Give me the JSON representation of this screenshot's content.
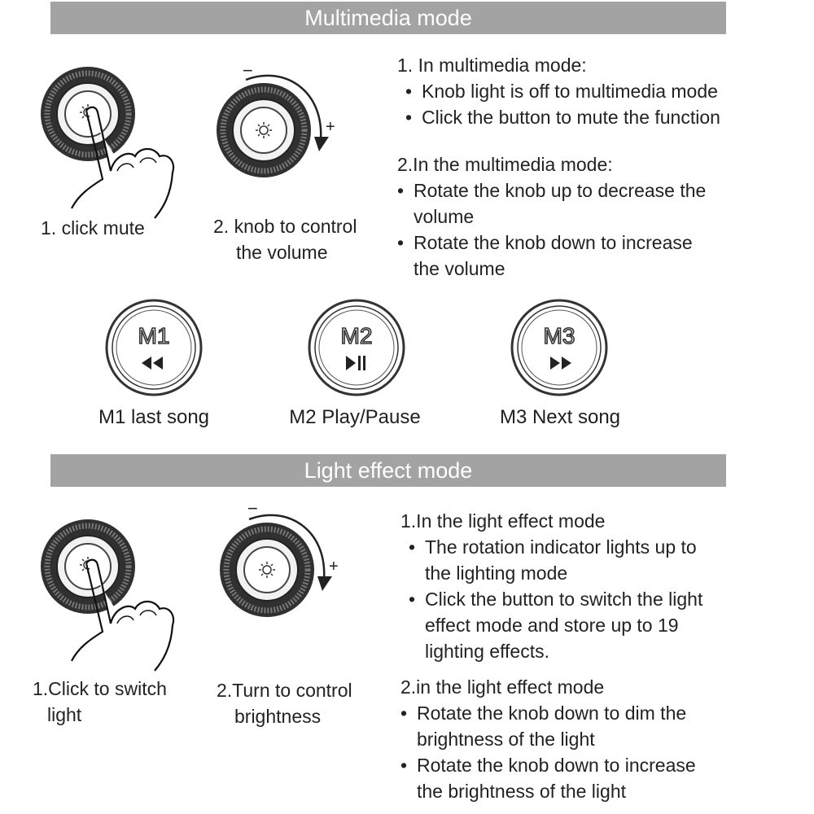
{
  "multimedia": {
    "banner": "Multimedia mode",
    "captions": {
      "mute": [
        "1. click mute"
      ],
      "volume": [
        "2. knob to control",
        "the volume"
      ]
    },
    "knob_signs": {
      "minus": "−",
      "plus": "+"
    },
    "notes1": {
      "heading": "1. In multimedia mode:",
      "bullets": [
        "Knob light is off to multimedia mode",
        "Click the button to mute the function"
      ]
    },
    "notes2": {
      "heading": "2.In the multimedia mode:",
      "bullets": [
        [
          "Rotate the knob up to decrease the",
          "volume"
        ],
        [
          "Rotate the knob down to increase",
          "the volume"
        ]
      ]
    },
    "buttons": [
      {
        "code": "M1",
        "symbol": "◀◀",
        "label": "M1 last song"
      },
      {
        "code": "M2",
        "symbol": "▶II",
        "label": "M2 Play/Pause"
      },
      {
        "code": "M3",
        "symbol": "▶▶",
        "label": "M3 Next song"
      }
    ]
  },
  "light": {
    "banner": "Light effect mode",
    "captions": {
      "switch": [
        "1.Click to switch",
        "light"
      ],
      "brightness": [
        "2.Turn to control",
        "brightness"
      ]
    },
    "knob_signs": {
      "minus": "−",
      "plus": "+"
    },
    "notes1": {
      "heading": "1.In the light effect mode",
      "bullets": [
        [
          "The rotation indicator lights up to",
          "the lighting mode"
        ],
        [
          "Click the button to switch the light",
          "effect mode and store up to 19",
          "lighting effects."
        ]
      ]
    },
    "notes2": {
      "heading": "2.in the light effect mode",
      "bullets": [
        [
          "Rotate the knob down to dim the",
          "brightness of the light"
        ],
        [
          "Rotate the knob down to increase",
          "the brightness of the light"
        ]
      ]
    }
  },
  "icons": {
    "mute_figure": "hand-press-knob-icon",
    "rotate_figure": "rotating-knob-icon",
    "sun": "sun-icon",
    "prev": "previous-track-icon",
    "playpause": "play-pause-icon",
    "next": "next-track-icon"
  }
}
